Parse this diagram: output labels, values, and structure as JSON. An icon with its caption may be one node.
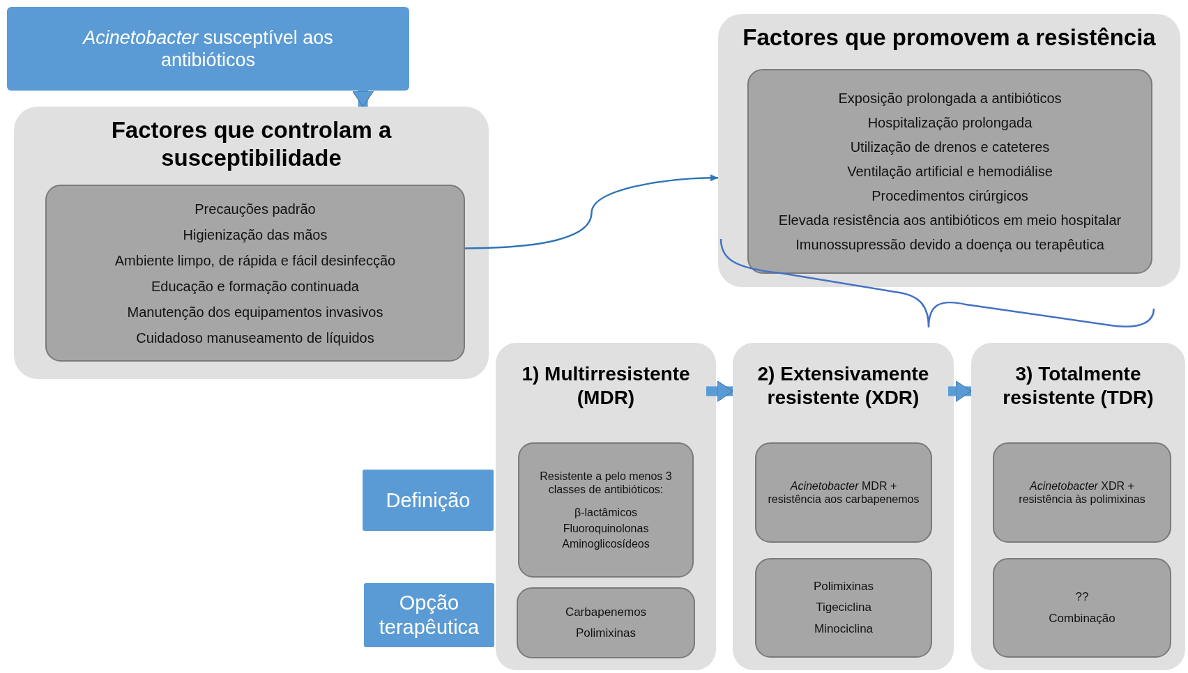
{
  "diagram": {
    "nodes": [
      {
        "text": [
          "*Acinetobacter* susceptível aos antibióticos"
        ]
      },
      {
        "text": [
          "Factores que controlam a susceptibilidade"
        ]
      },
      {
        "text": [
          "Precauções padrão",
          "Higienização das mãos",
          "Ambiente limpo, de rápida e fácil desinfecção",
          "Educação e formação continuada",
          "Manutenção dos equipamentos invasivos",
          "Cuidadoso manuseamento de líquidos"
        ],
        "in": 1
      },
      {
        "text": [
          "Factores que promovem a resistência"
        ]
      },
      {
        "text": [
          "Exposição prolongada a antibióticos",
          "Hospitalização prolongada",
          "Utilização de drenos e cateteres",
          "Ventilação artificial e hemodiálise",
          "Procedimentos cirúrgicos",
          "Elevada resistência aos antibióticos em meio hospitalar",
          "Imunossupressão devido a doença ou terapêutica"
        ],
        "in": 3
      },
      {
        "text": [
          "1) Multirresistente (MDR)"
        ]
      },
      {
        "text": [
          "Resistente a pelo menos 3 classes de antibióticos:",
          "β-lactâmicos",
          "Fluoroquinolonas",
          "Aminoglicosídeos"
        ],
        "in": 5
      },
      {
        "text": [
          "Carbapenemos",
          "Polimixinas"
        ],
        "in": 5
      },
      {
        "text": [
          "2) Extensivamente resistente (XDR)"
        ]
      },
      {
        "text": [
          "*Acinetobacter* MDR + resistência aos carbapenemos"
        ],
        "in": 8
      },
      {
        "text": [
          "Polimixinas",
          "Tigeciclina",
          "Minociclina"
        ],
        "in": 8
      },
      {
        "text": [
          "3) Totalmente resistente (TDR)"
        ]
      },
      {
        "text": [
          "*Acinetobacter* XDR + resistência às polimixinas"
        ],
        "in": 11
      },
      {
        "text": [
          "??",
          "Combinação"
        ],
        "in": 11
      },
      {
        "text": [
          "Definição"
        ]
      },
      {
        "text": [
          "Opção terapêutica"
        ]
      }
    ],
    "edges": [
      {
        "from": 0,
        "to": 1,
        "arrow": "to"
      },
      {
        "from": 2,
        "to": 3,
        "arrow": "to",
        "color": "#2e75b6"
      },
      {
        "from": 5,
        "to": 8,
        "arrow": "to"
      },
      {
        "from": 8,
        "to": 11,
        "arrow": "to"
      }
    ]
  }
}
